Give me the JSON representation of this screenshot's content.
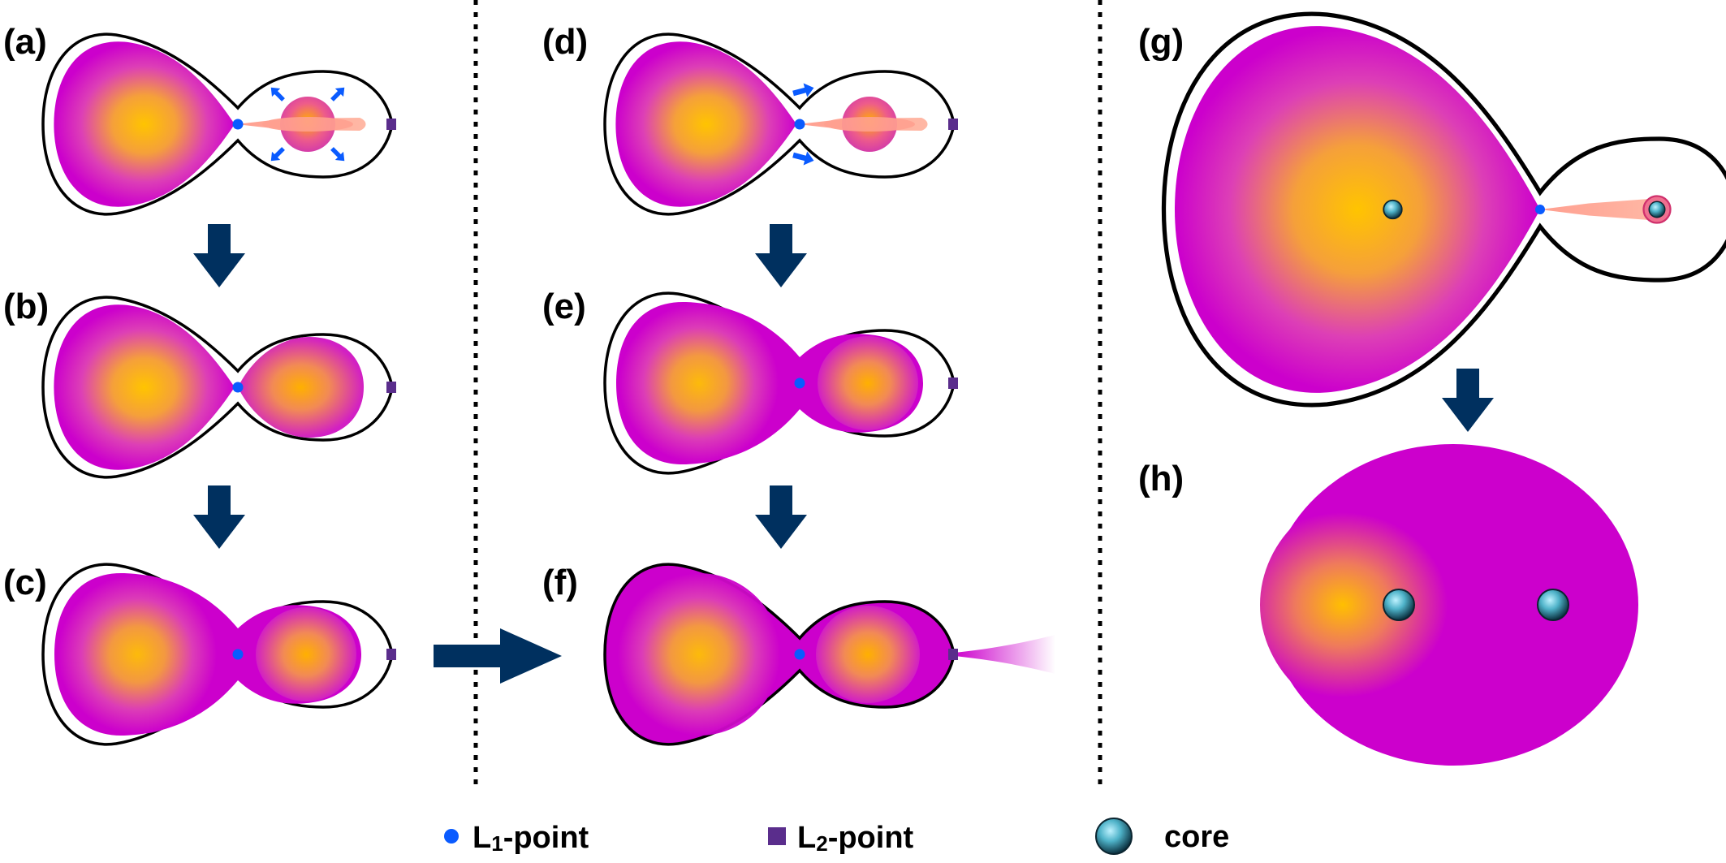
{
  "panels": [
    {
      "id": "a",
      "label": "(a)"
    },
    {
      "id": "b",
      "label": "(b)"
    },
    {
      "id": "c",
      "label": "(c)"
    },
    {
      "id": "d",
      "label": "(d)"
    },
    {
      "id": "e",
      "label": "(e)"
    },
    {
      "id": "f",
      "label": "(f)"
    },
    {
      "id": "g",
      "label": "(g)"
    },
    {
      "id": "h",
      "label": "(h)"
    }
  ],
  "legend": {
    "l1": {
      "prefix": "L",
      "subscript": "1",
      "suffix": "-point"
    },
    "l2": {
      "prefix": "L",
      "subscript": "2",
      "suffix": "-point"
    },
    "core": "core"
  },
  "colors": {
    "envelope": "#cc00cc",
    "star_center": "#ffc400",
    "arrow": "#00305f",
    "l1_point": "#0a5bff",
    "l2_point": "#5a2d8c",
    "stream": "#ff9f8a",
    "core": "#1f6f86"
  },
  "icons": {
    "l1": "blue-dot-icon",
    "l2": "purple-square-icon",
    "core": "core-sphere-icon",
    "flow": "down-arrow-icon"
  }
}
